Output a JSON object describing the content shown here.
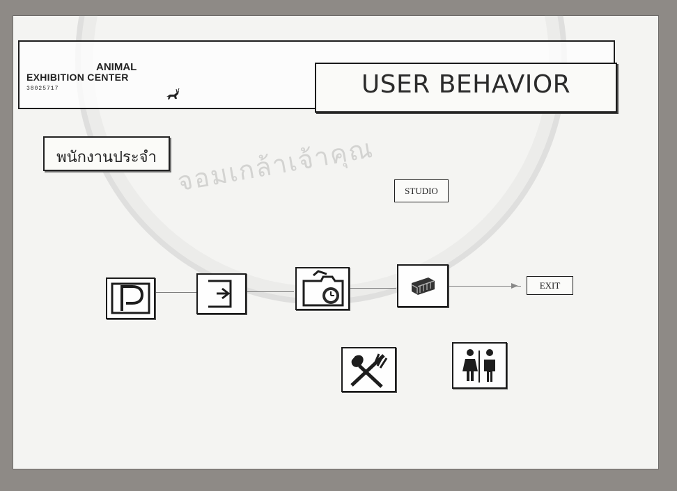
{
  "logo": {
    "top": "ANIMAL",
    "middle": "EXHIBITION CENTER",
    "code": "38025717"
  },
  "title": "USER BEHAVIOR",
  "role_label": "พนักงานประจำ",
  "nodes": {
    "studio": "STUDIO",
    "exit": "EXIT"
  },
  "icons": {
    "parking": "parking-icon",
    "entry": "entry-icon",
    "clock": "time-clock-icon",
    "studio": "studio-building-icon",
    "food": "restaurant-icon",
    "toilet": "restroom-icon"
  },
  "colors": {
    "frame": "#8e8a86",
    "paper": "#f4f4f2",
    "ink": "#1d1d1d",
    "line": "#7d7d7d"
  }
}
